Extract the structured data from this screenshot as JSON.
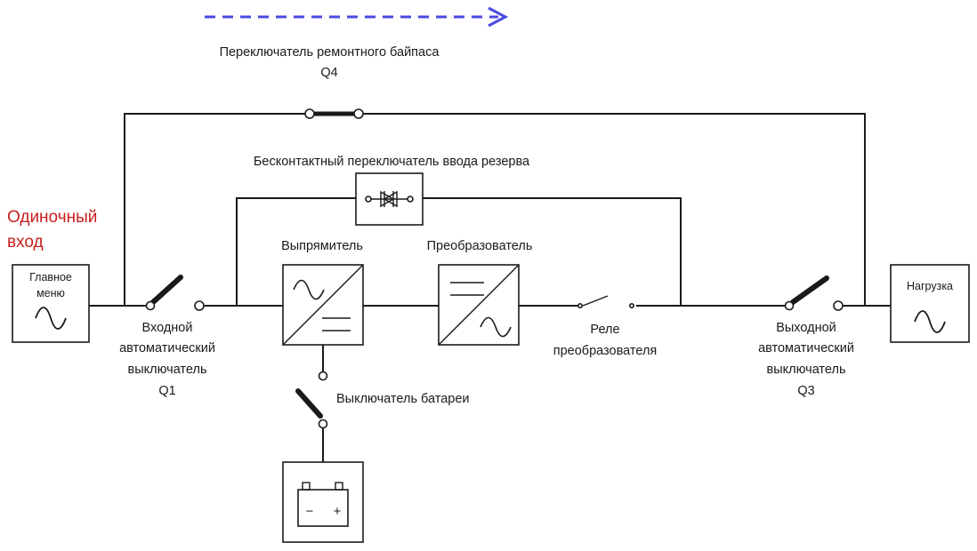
{
  "colors": {
    "line": "#1a1a1a",
    "arrow": "#4a4ae0",
    "input_title": "#c8201f",
    "background": "#ffffff"
  },
  "input": {
    "title_line1": "Одиночный",
    "title_line2": "вход",
    "box_line1": "Главное",
    "box_line2": "меню"
  },
  "maintenance_bypass": {
    "line1": "Переключатель ремонтного байпаса",
    "line2": "Q4"
  },
  "static_switch": {
    "label": "Бесконтактный переключатель ввода резерва"
  },
  "rectifier": {
    "label": "Выпрямитель"
  },
  "inverter": {
    "label": "Преобразователь"
  },
  "input_breaker": {
    "line1": "Входной",
    "line2": "автоматический",
    "line3": "выключатель",
    "line4": "Q1"
  },
  "battery_switch": {
    "label": "Выключатель батареи"
  },
  "inverter_relay": {
    "line1": "Реле",
    "line2": "преобразователя"
  },
  "output_breaker": {
    "line1": "Выходной",
    "line2": "автоматический",
    "line3": "выключатель",
    "line4": "Q3"
  },
  "load": {
    "label": "Нагрузка"
  },
  "battery": {
    "minus": "−",
    "plus": "+"
  }
}
